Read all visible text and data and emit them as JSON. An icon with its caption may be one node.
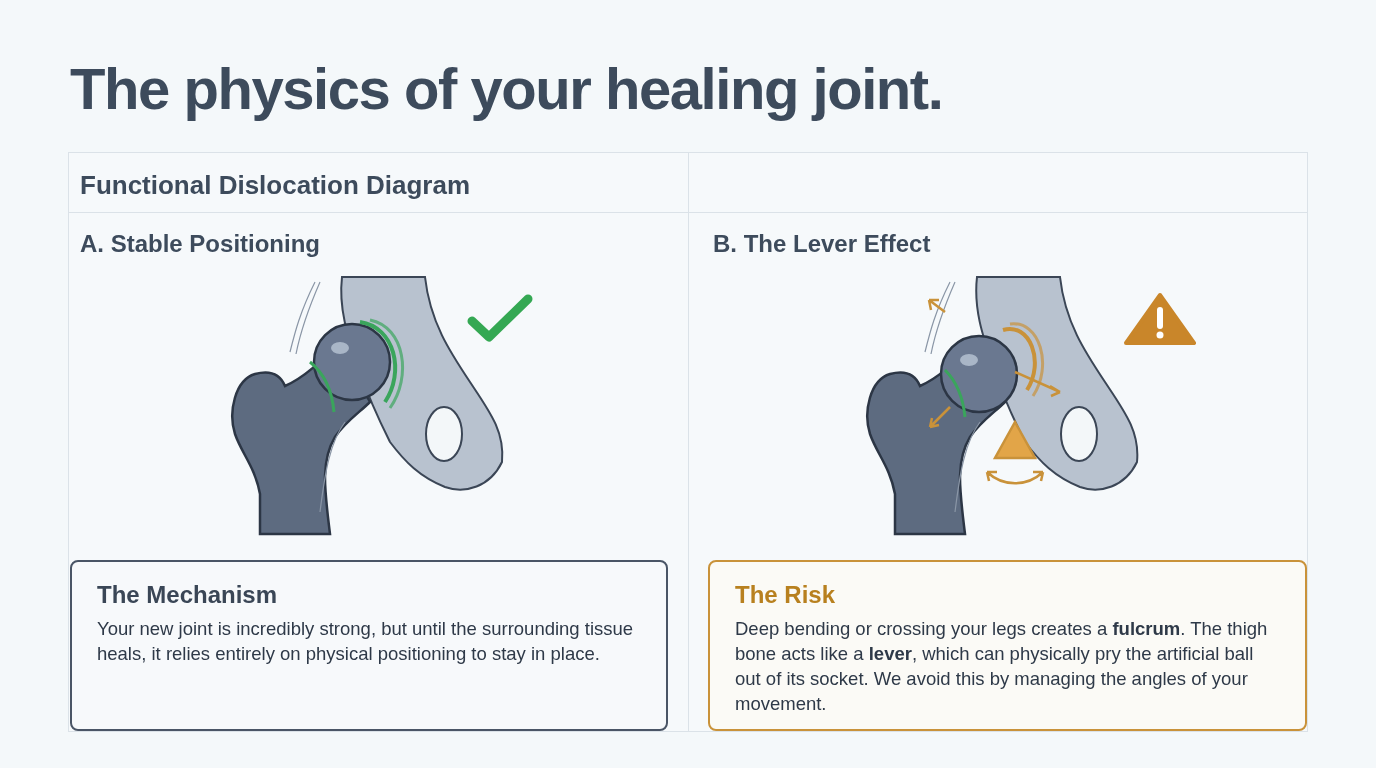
{
  "diagram": {
    "title": "The physics of your healing joint.",
    "nodes": [
      {
        "text": [
          "The Mechanism",
          "Your new joint is incredibly strong, but until the surrounding tissue heals, it relies entirely on physical positioning to stay in place."
        ]
      },
      {
        "text": [
          "The Risk",
          "Deep bending or crossing your legs creates a **fulcrum**. The thigh bone acts like a **lever**, which can physically pry the artificial ball out of its socket. We avoid this by managing the angles of your movement."
        ]
      }
    ],
    "labels": [
      "Functional Dislocation Diagram",
      "A. Stable Positioning",
      "B. The Lever Effect"
    ]
  }
}
